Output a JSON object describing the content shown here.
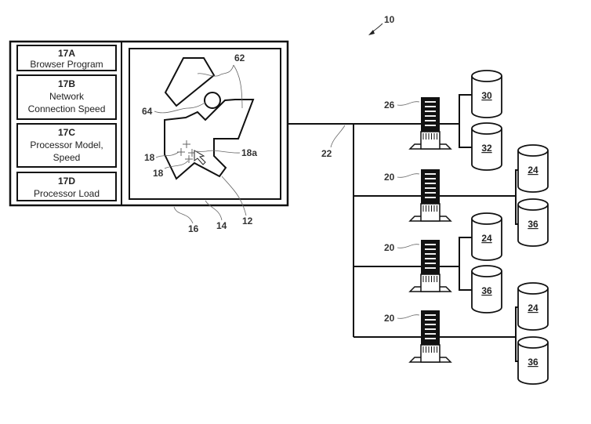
{
  "figure_ref": "10",
  "colors": {
    "line": "#111111",
    "background": "#ffffff",
    "leader": "#555555"
  },
  "client": {
    "ref_outer": "16",
    "ref_screen": "14",
    "ref_display_area": "12",
    "attributes": [
      {
        "id": "17A",
        "lines": [
          "Browser Program"
        ]
      },
      {
        "id": "17B",
        "lines": [
          "Network",
          "Connection Speed"
        ]
      },
      {
        "id": "17C",
        "lines": [
          "Processor Model,",
          "Speed"
        ]
      },
      {
        "id": "17D",
        "lines": [
          "Processor Load"
        ]
      }
    ],
    "display": {
      "shapes_ref": "62",
      "circle_ref": "64",
      "markers_ref": "18",
      "markers_ref_2": "18",
      "cursor_ref": "18a"
    }
  },
  "network": {
    "ref": "22"
  },
  "servers": [
    {
      "ref": "26",
      "databases": [
        "30",
        "32"
      ]
    },
    {
      "ref": "20",
      "databases": [
        "24",
        "36"
      ]
    },
    {
      "ref": "20",
      "databases": [
        "24",
        "36"
      ]
    },
    {
      "ref": "20",
      "databases": [
        "24",
        "36"
      ]
    }
  ]
}
